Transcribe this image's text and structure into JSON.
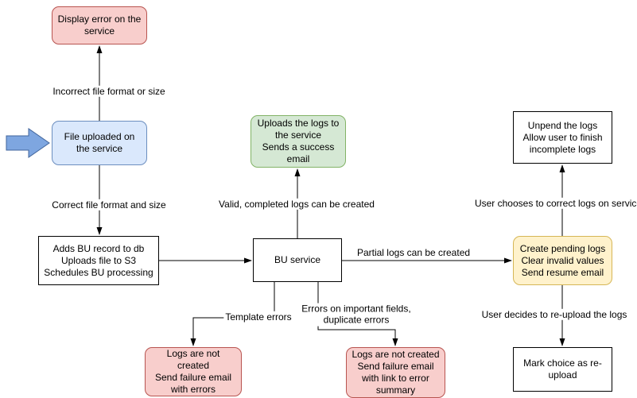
{
  "diagram": {
    "nodes": {
      "display_error": {
        "label": "Display error on the service"
      },
      "file_uploaded": {
        "label": "File uploaded on the service"
      },
      "adds_bu": {
        "label": "Adds BU record to db\nUploads file to S3\nSchedules BU processing"
      },
      "bu_service": {
        "label": "BU service"
      },
      "success": {
        "label": "Uploads the logs to the service\nSends a success email"
      },
      "unpend": {
        "label": "Unpend the logs\nAllow user to finish incomplete logs"
      },
      "pending": {
        "label": "Create pending logs\nClear invalid values\nSend resume email"
      },
      "mark_reupload": {
        "label": "Mark choice as re-upload"
      },
      "failure_template": {
        "label": "Logs are not created\nSend failure email with errors"
      },
      "failure_fields": {
        "label": "Logs are not created\nSend failure email with link to error summary"
      }
    },
    "edge_labels": {
      "incorrect": "Incorrect file format or size",
      "correct": "Correct file format and size",
      "valid": "Valid, completed logs can be created",
      "partial": "Partial logs can be created",
      "correct_on_service": "User chooses to correct logs on service",
      "reupload": "User decides to re-upload the logs",
      "template_errors": "Template errors",
      "important_fields": "Errors on important fields,\nduplicate errors"
    },
    "colors": {
      "pink_fill": "#f8cecc",
      "pink_stroke": "#b85450",
      "blue_fill": "#dae8fc",
      "blue_stroke": "#6c8ebf",
      "green_fill": "#d5e8d4",
      "green_stroke": "#82b366",
      "yellow_fill": "#fff2cc",
      "yellow_stroke": "#d6b656",
      "white_fill": "#ffffff",
      "black_stroke": "#000000",
      "arrow_fill": "#7ea6e0",
      "arrow_stroke": "#41659c"
    }
  }
}
